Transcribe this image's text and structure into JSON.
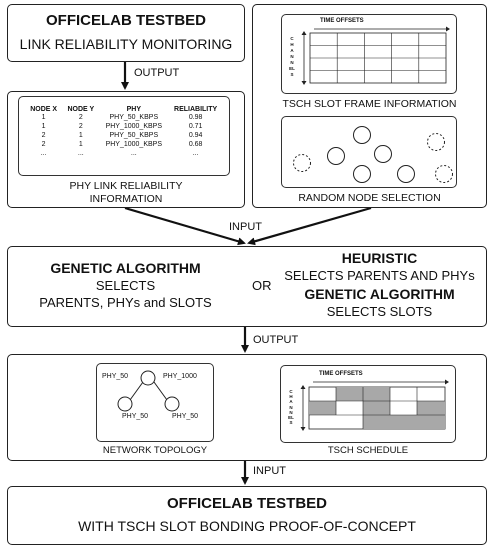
{
  "top_left": {
    "title": "OFFICELAB TESTBED",
    "subtitle": "LINK RELIABILITY MONITORING"
  },
  "arrow_output_1": "OUTPUT",
  "phy_table": {
    "headers": [
      "NODE X",
      "NODE Y",
      "PHY",
      "RELIABILITY"
    ],
    "rows": [
      [
        "1",
        "2",
        "PHY_50_KBPS",
        "0.98"
      ],
      [
        "1",
        "2",
        "PHY_1000_KBPS",
        "0.71"
      ],
      [
        "2",
        "1",
        "PHY_50_KBPS",
        "0.94"
      ],
      [
        "2",
        "1",
        "PHY_1000_KBPS",
        "0.68"
      ],
      [
        "...",
        "...",
        "...",
        "..."
      ]
    ],
    "caption_line1": "PHY LINK RELIABILITY",
    "caption_line2": "INFORMATION"
  },
  "slot_frame": {
    "axis_label": "TIME OFFSETS",
    "channel_label": "CHANNELS",
    "caption": "TSCH SLOT FRAME INFORMATION"
  },
  "random_nodes": {
    "caption": "RANDOM NODE SELECTION"
  },
  "arrow_input_1": "INPUT",
  "middle": {
    "left_title": "GENETIC ALGORITHM",
    "left_line1": "SELECTS",
    "left_line2": "PARENTS, PHYs and SLOTS",
    "or_label": "OR",
    "right_title1": "HEURISTIC",
    "right_line1": "SELECTS PARENTS AND PHYs",
    "right_title2": "GENETIC ALGORITHM",
    "right_line2": "SELECTS SLOTS"
  },
  "arrow_output_2": "OUTPUT",
  "network": {
    "labels": [
      "PHY_50",
      "PHY_1000",
      "PHY_50",
      "PHY_50"
    ],
    "caption": "NETWORK TOPOLOGY"
  },
  "schedule": {
    "axis_label": "TIME OFFSETS",
    "channel_label": "CHANNELS",
    "caption": "TSCH SCHEDULE",
    "fill_color": "#a8a8a8"
  },
  "arrow_input_2": "INPUT",
  "bottom": {
    "title": "OFFICELAB TESTBED",
    "subtitle": "WITH TSCH SLOT BONDING PROOF-OF-CONCEPT"
  }
}
